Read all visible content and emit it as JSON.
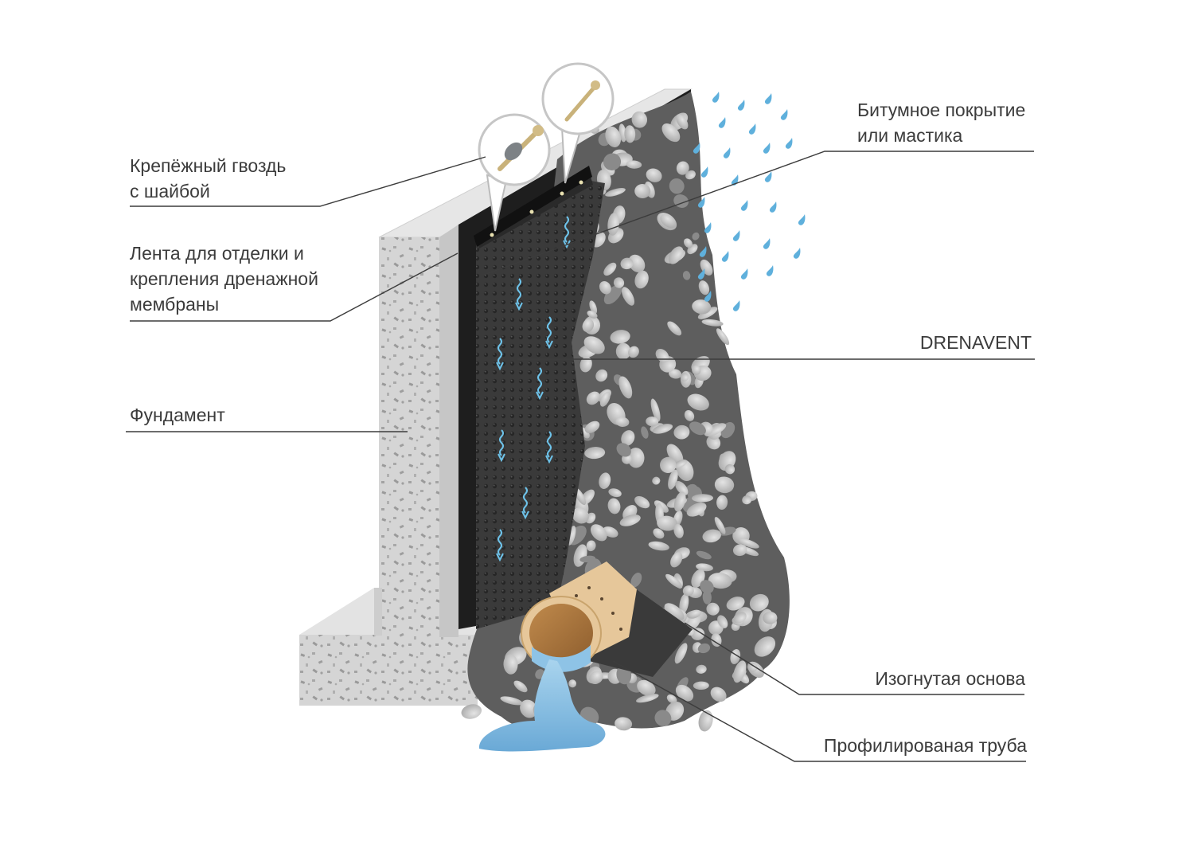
{
  "labels": {
    "nail": [
      "Крепёжный гвоздь",
      "с шайбой"
    ],
    "tape": [
      "Лента для отделки и",
      "крепления дренажной",
      "мембраны"
    ],
    "foundation": "Фундамент",
    "bitumen": [
      "Битумное покрытие",
      "или мастика"
    ],
    "drenavent": "DRENAVENT",
    "base": "Изогнутая основа",
    "pipe": "Профилированая труба"
  },
  "colors": {
    "concrete": "#d5d5d5",
    "concrete_top": "#e3e3e3",
    "bitumen": "#1f1f1f",
    "membrane": "#3c3c3c",
    "gravel": "#6b6b6b",
    "stone": "#d0d0d0",
    "water": "#7ab8dd",
    "drops": "#5fb0dc",
    "pipe": "#e6c79a",
    "leader": "#3c3c3c"
  }
}
